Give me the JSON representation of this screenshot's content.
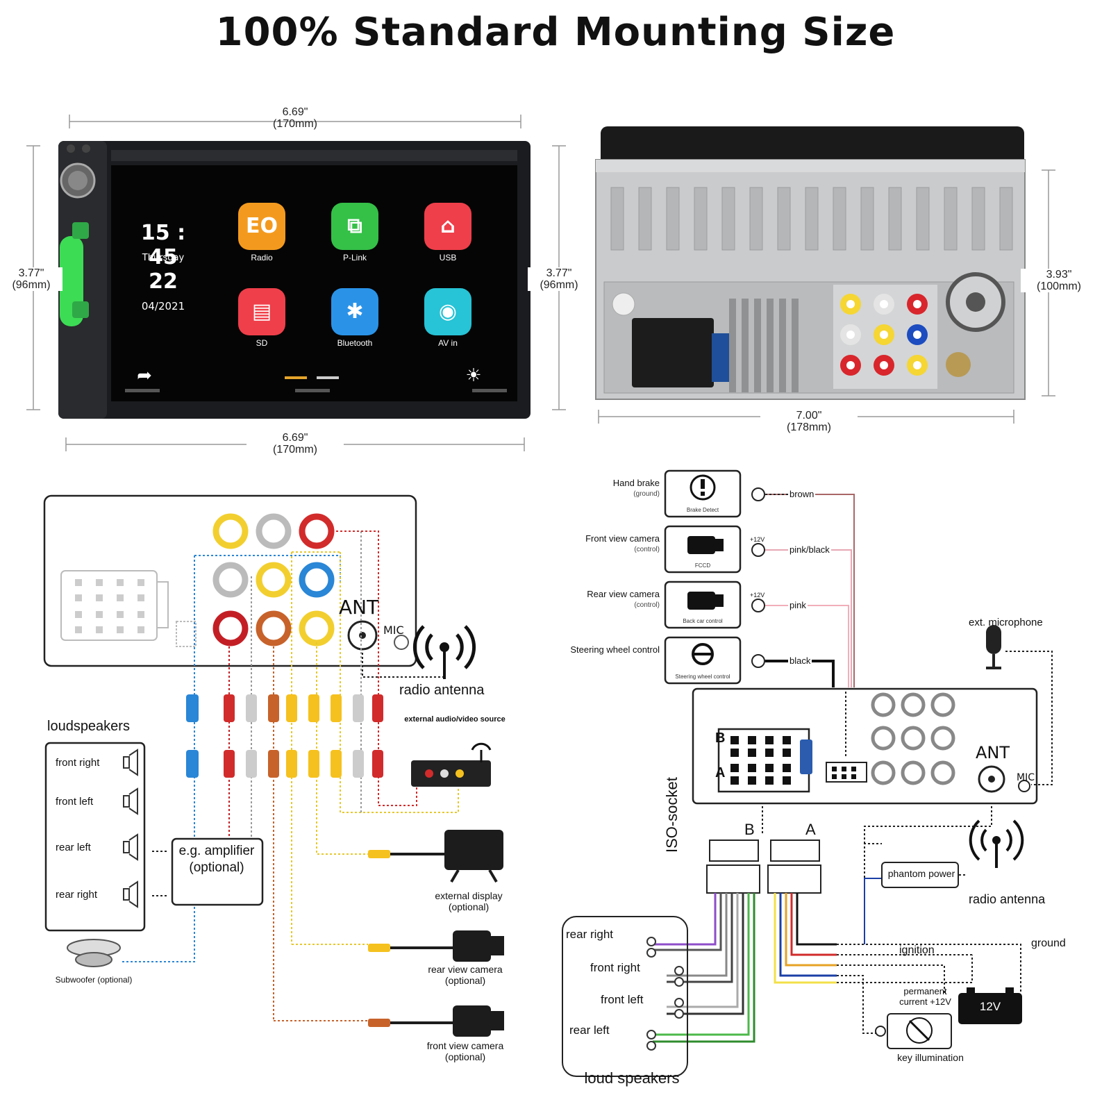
{
  "title": "100% Standard Mounting Size",
  "front_unit": {
    "width_top": "6.69\"",
    "width_top_mm": "(170mm)",
    "width_bottom": "6.69\"",
    "width_bottom_mm": "(170mm)",
    "height_left": "3.77\"",
    "height_left_mm": "(96mm)",
    "height_right": "3.77\"",
    "height_right_mm": "(96mm)",
    "screen": {
      "time": "15 : 45",
      "day": "Thursday",
      "date": "22",
      "month_year": "04/2021",
      "apps": [
        {
          "label": "Radio",
          "color": "#f39a1e",
          "glyph": "EO",
          "icon": "radio-icon"
        },
        {
          "label": "P-Link",
          "color": "#35c048",
          "glyph": "⧉",
          "icon": "phone-link-icon"
        },
        {
          "label": "USB",
          "color": "#ef3f4a",
          "glyph": "⌂",
          "icon": "usb-icon"
        },
        {
          "label": "SD",
          "color": "#ef3f4a",
          "glyph": "▤",
          "icon": "sd-card-icon"
        },
        {
          "label": "Bluetooth",
          "color": "#2a93e8",
          "glyph": "✱",
          "icon": "bluetooth-icon"
        },
        {
          "label": "AV in",
          "color": "#27c3d6",
          "glyph": "◉",
          "icon": "av-in-icon"
        }
      ]
    }
  },
  "rear_unit": {
    "width": "7.00\"",
    "width_mm": "(178mm)",
    "height": "3.93\"",
    "height_mm": "(100mm)"
  },
  "left_diagram": {
    "ant": "ANT",
    "mic": "MIC",
    "radio_antenna": "radio antenna",
    "loudspeakers_title": "loudspeakers",
    "speakers": [
      "front right",
      "front left",
      "rear left",
      "rear right"
    ],
    "amplifier": "e.g. amplifier (optional)",
    "subwoofer": "Subwoofer (optional)",
    "external_source": "external audio/video source",
    "external_display": "external display (optional)",
    "rear_camera": "rear view camera (optional)",
    "front_camera": "front view camera (optional)"
  },
  "right_diagram": {
    "inputs": [
      {
        "label": "Hand brake",
        "sub": "(ground)",
        "box": "Brake Detect",
        "wire": "brown",
        "volt": ""
      },
      {
        "label": "Front view camera",
        "sub": "(control)",
        "box": "FCCD",
        "wire": "pink/black",
        "volt": "+12V"
      },
      {
        "label": "Rear view camera",
        "sub": "(control)",
        "box": "Back car control",
        "wire": "pink",
        "volt": "+12V"
      },
      {
        "label": "Steering wheel control",
        "sub": "",
        "box": "Steering wheel control",
        "wire": "black",
        "volt": ""
      }
    ],
    "ext_microphone": "ext. microphone",
    "ant": "ANT",
    "mic": "MIC",
    "connector_b": "B",
    "connector_a": "A",
    "iso_socket": "ISO-socket",
    "phantom_power": "phantom power",
    "radio_antenna": "radio antenna",
    "ground": "ground",
    "ignition": "ignition",
    "permanent_current": "permanent current +12V",
    "battery": "12V",
    "key_illumination": "key illumination",
    "loud_speakers_title": "loud speakers",
    "speakers": [
      "rear right",
      "front right",
      "front left",
      "rear left"
    ]
  }
}
